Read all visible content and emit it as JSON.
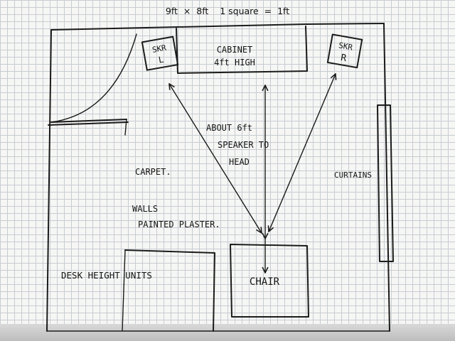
{
  "title": "9ft  ×  8ft    1 square  =  1ft",
  "labels": {
    "skr_left": [
      "SKR",
      "L"
    ],
    "skr_right": [
      "SKR",
      "R"
    ],
    "cabinet": [
      "CABINET",
      "4ft HIGH"
    ],
    "distance_note": [
      "ABOUT 6ft",
      "SPEAKER TO",
      "HEAD"
    ],
    "carpet": "CARPET.",
    "walls": [
      "WALLS",
      "PAINTED PLASTER."
    ],
    "curtains": "CURTAINS",
    "desk_units": "DESK HEIGHT UNITS",
    "chair": "CHAIR"
  },
  "colors": {
    "ink": "#1b1b1b",
    "grid": "#c8ccd2",
    "paper": "#f6f6f4"
  }
}
